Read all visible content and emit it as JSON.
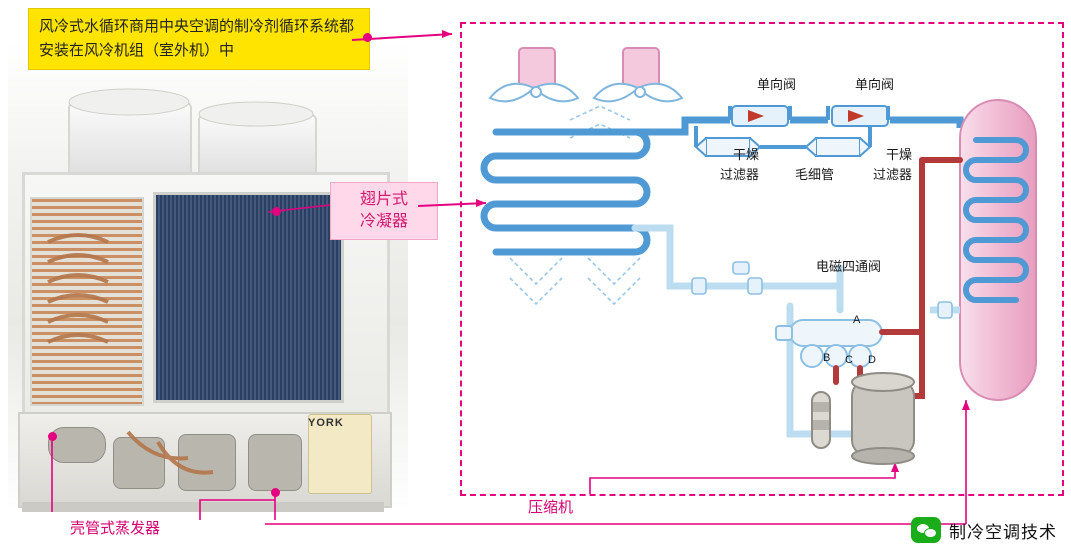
{
  "callouts": {
    "top_yellow": "风冷式水循环商用中央空调的制冷剂循环系统都安装在风冷机组（室外机）中",
    "condenser_pink_line1": "翅片式",
    "condenser_pink_line2": "冷凝器",
    "evaporator_pink": "壳管式蒸发器",
    "compressor_pink": "压缩机"
  },
  "photo": {
    "brand_text": "YORK"
  },
  "schematic_labels": {
    "check_valve_left": "单向阀",
    "check_valve_right": "单向阀",
    "dryer_filter_left_line1": "干燥",
    "dryer_filter_left_line2": "过滤器",
    "capillary": "毛细管",
    "dryer_filter_right_line1": "干燥",
    "dryer_filter_right_line2": "过滤器",
    "four_way_valve": "电磁四通阀",
    "port_a": "A",
    "port_b": "B",
    "port_c": "C",
    "port_d": "D"
  },
  "footer": {
    "wechat_name": "制冷空调技术"
  },
  "colors": {
    "pink_accent": "#e5007f",
    "yellow_callout": "#ffe400",
    "pipe_blue": "#4f9ad4",
    "pipe_blue_light": "#bcdcf0",
    "pipe_red": "#b33a3a",
    "vessel_pink": "#f3c3d8",
    "wechat_green": "#1aad19"
  }
}
